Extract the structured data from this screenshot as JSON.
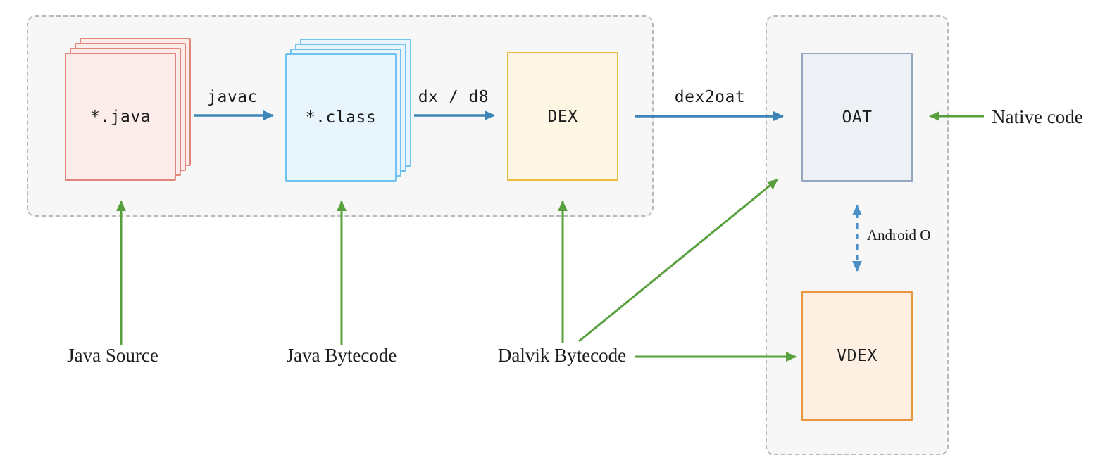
{
  "nodes": {
    "java_files": "*.java",
    "class_files": "*.class",
    "dex": "DEX",
    "oat": "OAT",
    "vdex": "VDEX"
  },
  "edges": {
    "javac": "javac",
    "dx_d8": "dx / d8",
    "dex2oat": "dex2oat",
    "android_o": "Android O"
  },
  "annotations": {
    "java_source": "Java Source",
    "java_bytecode": "Java Bytecode",
    "dalvik_bytecode": "Dalvik Bytecode",
    "native_code": "Native code"
  },
  "colors": {
    "java-border": "#e4857b",
    "java-bg": "#fcedeb",
    "class-border": "#6fc3f0",
    "class-bg": "#e9f5fd",
    "dex-border": "#eebd3e",
    "dex-bg": "#fdf6e4",
    "oat-border": "#94a7c2",
    "oat-bg": "#edf0f5",
    "vdex-border": "#ea953e",
    "vdex-bg": "#fdf0e3",
    "arrow-blue": "#3d85b8",
    "arrow-green": "#58a03e",
    "arrow-dashed": "#4a8fc7",
    "container-bg": "#f7f7f7",
    "container-border": "#b9b9b9"
  }
}
